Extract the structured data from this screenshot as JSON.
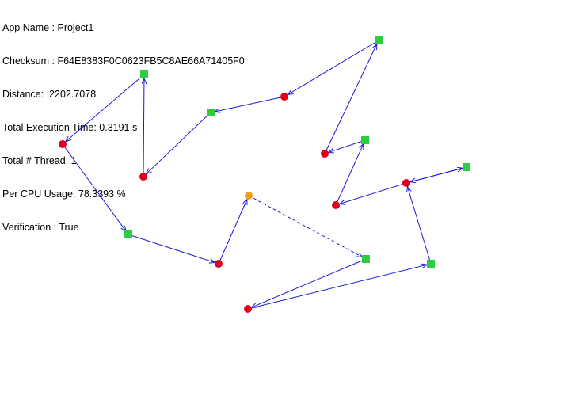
{
  "stats": {
    "app_name": "App Name : Project1",
    "checksum": "Checksum : F64E8383F0C0623FB5C8AE66A71405F0",
    "distance": "Distance:  2202.7078",
    "total_execution_time": "Total Execution Time: 0.3191 s",
    "total_threads": "Total # Thread: 1",
    "per_cpu_usage": "Per CPU Usage: 78.3393 %",
    "verification": "Verification : True"
  },
  "colors": {
    "edge": "#1a1adb",
    "pickup_node": "#2ecc40",
    "delivery_node": "#e0001b",
    "start_node": "#f0a020"
  },
  "route": {
    "start_node": "start",
    "edges": [
      [
        "start",
        "g1"
      ],
      [
        "g1",
        "r1"
      ],
      [
        "r1",
        "g2"
      ],
      [
        "g2",
        "r2"
      ],
      [
        "r2",
        "g3"
      ],
      [
        "g3",
        "r3"
      ],
      [
        "r3",
        "r4"
      ],
      [
        "r4",
        "g4"
      ],
      [
        "g4",
        "r5"
      ],
      [
        "r5",
        "r6"
      ],
      [
        "r6",
        "g5"
      ],
      [
        "g5",
        "r7"
      ],
      [
        "r7",
        "r8"
      ],
      [
        "r8",
        "g6"
      ],
      [
        "g6",
        "r9"
      ],
      [
        "r9",
        "g7"
      ],
      [
        "g7",
        "r10"
      ],
      [
        "r10",
        "r11"
      ],
      [
        "r11",
        "start"
      ]
    ],
    "dashed_edges": [
      [
        "start",
        "g1"
      ]
    ]
  }
}
